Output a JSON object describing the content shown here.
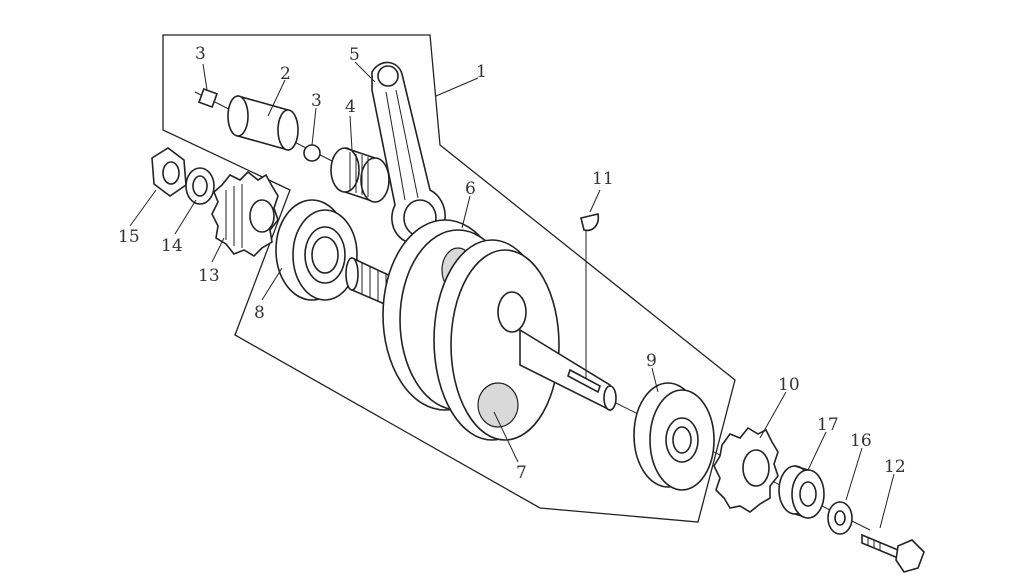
{
  "diagram": {
    "callouts": [
      {
        "id": "1",
        "label": "1"
      },
      {
        "id": "2",
        "label": "2"
      },
      {
        "id": "3a",
        "label": "3"
      },
      {
        "id": "3b",
        "label": "3"
      },
      {
        "id": "4",
        "label": "4"
      },
      {
        "id": "5",
        "label": "5"
      },
      {
        "id": "6",
        "label": "6"
      },
      {
        "id": "7",
        "label": "7"
      },
      {
        "id": "8",
        "label": "8"
      },
      {
        "id": "9",
        "label": "9"
      },
      {
        "id": "10",
        "label": "10"
      },
      {
        "id": "11",
        "label": "11"
      },
      {
        "id": "12",
        "label": "12"
      },
      {
        "id": "13",
        "label": "13"
      },
      {
        "id": "14",
        "label": "14"
      },
      {
        "id": "15",
        "label": "15"
      },
      {
        "id": "16",
        "label": "16"
      },
      {
        "id": "17",
        "label": "17"
      }
    ]
  }
}
